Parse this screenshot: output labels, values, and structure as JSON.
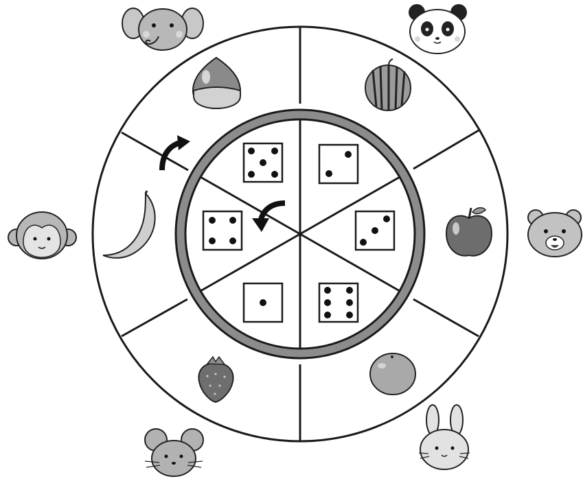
{
  "wheel": {
    "outer_ring": [
      {
        "fruit": "chestnut",
        "animal": "elephant"
      },
      {
        "fruit": "watermelon",
        "animal": "panda"
      },
      {
        "fruit": "apple",
        "animal": "bear"
      },
      {
        "fruit": "orange",
        "animal": "rabbit"
      },
      {
        "fruit": "strawberry",
        "animal": "mouse"
      },
      {
        "fruit": "banana",
        "animal": "monkey"
      }
    ],
    "inner_dice": [
      {
        "slot": "upper-left",
        "pips": 5
      },
      {
        "slot": "upper-right",
        "pips": 2
      },
      {
        "slot": "right",
        "pips": 3
      },
      {
        "slot": "lower-right",
        "pips": 6
      },
      {
        "slot": "lower-left",
        "pips": 1
      },
      {
        "slot": "left",
        "pips": 4
      }
    ],
    "rotation_arrows": [
      {
        "ring": "outer",
        "direction": "clockwise"
      },
      {
        "ring": "inner",
        "direction": "counterclockwise"
      }
    ],
    "colors": {
      "line": "#1a1a1a",
      "ring": "#8c8c8c",
      "fill": "#ffffff"
    }
  }
}
